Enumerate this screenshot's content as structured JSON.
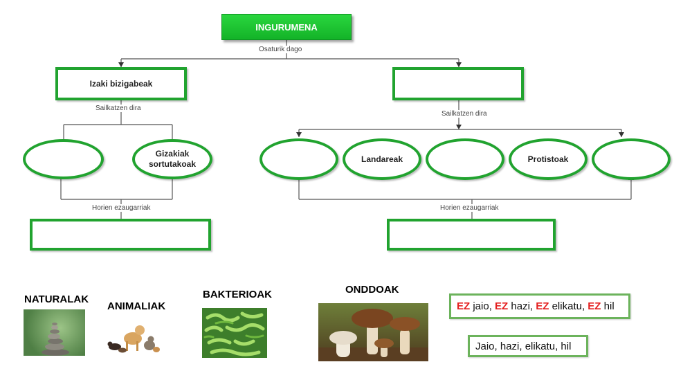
{
  "diagram": {
    "root": "INGURUMENA",
    "root_link": "Osaturik dago",
    "left": {
      "title": "Izaki bizigabeak",
      "link": "Sailkatzen dira",
      "children": [
        "",
        "Gizakiak sortutakoak"
      ],
      "features_link": "Horien ezaugarriak",
      "features": ""
    },
    "right": {
      "title": "",
      "link": "Sailkatzen dira",
      "children": [
        "",
        "Landareak",
        "",
        "Protistoak",
        ""
      ],
      "features_link": "Horien ezaugarriak",
      "features": ""
    }
  },
  "options": {
    "naturalak": "NATURALAK",
    "animaliak": "ANIMALIAK",
    "bakterioak": "BAKTERIOAK",
    "onddoak": "ONDDOAK"
  },
  "answers": {
    "negative": {
      "ez": "EZ",
      "w1": "jaio,",
      "w2": "hazi,",
      "w3": "elikatu,",
      "w4": "hil"
    },
    "positive": "Jaio, hazi, elikatu, hil"
  },
  "colors": {
    "accent": "#21a32f",
    "negative": "#e41e1e"
  }
}
